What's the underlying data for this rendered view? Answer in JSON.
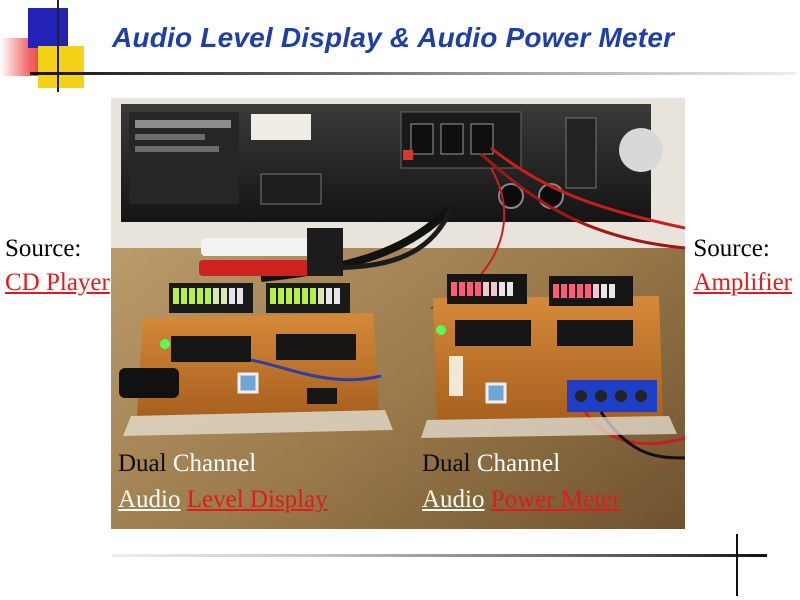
{
  "slide": {
    "title": "Audio Level Display & Audio Power Meter"
  },
  "left_source": {
    "label": "Source:",
    "value": "CD Player"
  },
  "right_source": {
    "label": "Source:",
    "value": "Amplifier"
  },
  "left_caption": {
    "word1": "Dual",
    "word2": "Channel",
    "word3": "Audio",
    "highlight": "Level Display"
  },
  "right_caption": {
    "word1": "Dual",
    "word2": "Channel",
    "word3": "Audio",
    "highlight": "Power Meter"
  },
  "colors": {
    "title": "#1f3fa8",
    "highlight": "#e01b1b",
    "led_green": "#b6f04a",
    "led_red": "#ff5a78"
  }
}
